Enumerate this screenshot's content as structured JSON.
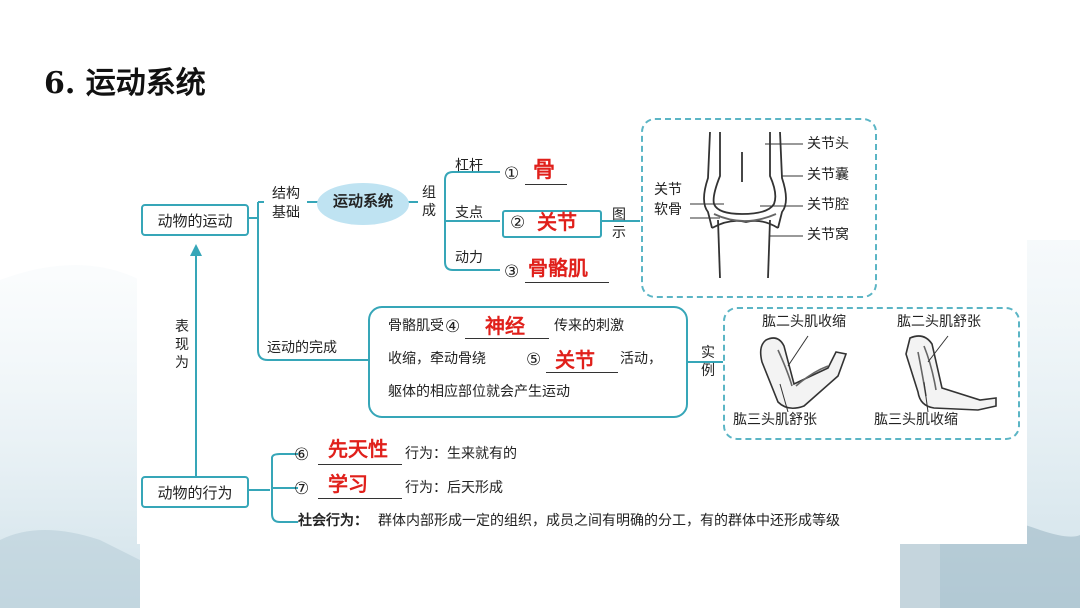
{
  "title": "6. 运动系统",
  "left_nodes": {
    "animal_motion": "动物的运动",
    "animal_behavior": "动物的行为",
    "expression": "表现为"
  },
  "structure_basis": {
    "line1": "结构",
    "line2": "基础"
  },
  "motion_system": "运动系统",
  "composition": "组成",
  "components": [
    {
      "label": "杠杆",
      "num": "①",
      "answer": "骨"
    },
    {
      "label": "支点",
      "num": "②",
      "answer": "关节"
    },
    {
      "label": "动力",
      "num": "③",
      "answer": "骨骼肌"
    }
  ],
  "diagram_label": "图示",
  "joint_diagram": {
    "cartilage": "关节软骨",
    "labels": [
      "关节头",
      "关节囊",
      "关节腔",
      "关节窝"
    ]
  },
  "motion_completion": {
    "label": "运动的完成",
    "line1_pre": "骨骼肌受",
    "line1_num": "④",
    "line1_answer": "神经",
    "line1_post": "传来的刺激",
    "line2_pre": "收缩，牵动骨绕",
    "line2_num": "⑤",
    "line2_answer": "关节",
    "line2_post": "活动，",
    "line3": "躯体的相应部位就会产生运动"
  },
  "example_label": "实例",
  "arm_diagram": {
    "left_top": "肱二头肌收缩",
    "left_bottom": "肱三头肌舒张",
    "right_top": "肱二头肌舒张",
    "right_bottom": "肱三头肌收缩"
  },
  "behaviors": [
    {
      "num": "⑥",
      "answer": "先天性",
      "text": "行为：生来就有的"
    },
    {
      "num": "⑦",
      "answer": "学习",
      "text": "行为：后天形成"
    }
  ],
  "social_behavior": {
    "label": "社会行为：",
    "text": "群体内部形成一定的组织，成员之间有明确的分工，有的群体中还形成等级"
  },
  "colors": {
    "accent": "#36a6b8",
    "answer": "#e0201b",
    "ellipse": "#bfe3f2"
  }
}
